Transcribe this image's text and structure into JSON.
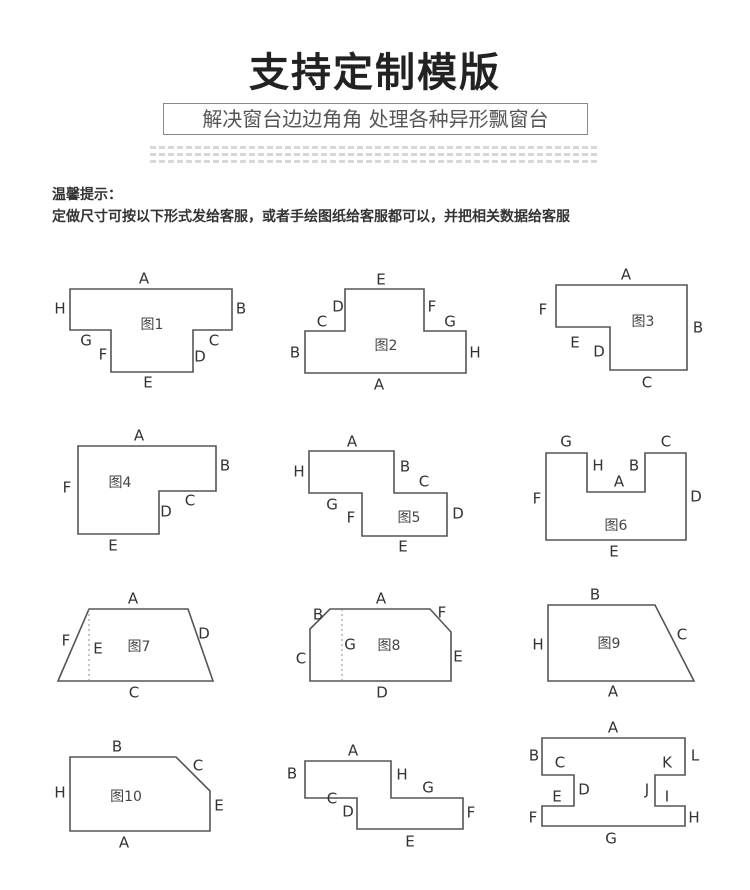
{
  "header": {
    "title": "支持定制模版",
    "subtitle": "解决窗台边边角角 处理各种异形飘窗台"
  },
  "tips": {
    "label": "温馨提示：",
    "body": "定做尺寸可按以下形式发给客服，或者手绘图纸给客服都可以，并把相关数据给客服"
  },
  "figures": [
    {
      "name": "图1",
      "edge_labels": [
        "A",
        "B",
        "C",
        "D",
        "E",
        "F",
        "G",
        "H"
      ]
    },
    {
      "name": "图2",
      "edge_labels": [
        "A",
        "B",
        "C",
        "D",
        "E",
        "F",
        "G",
        "H"
      ]
    },
    {
      "name": "图3",
      "edge_labels": [
        "A",
        "B",
        "C",
        "D",
        "E",
        "F"
      ]
    },
    {
      "name": "图4",
      "edge_labels": [
        "A",
        "B",
        "C",
        "D",
        "E",
        "F"
      ]
    },
    {
      "name": "图5",
      "edge_labels": [
        "A",
        "B",
        "C",
        "D",
        "E",
        "F",
        "G",
        "H"
      ]
    },
    {
      "name": "图6",
      "edge_labels": [
        "A",
        "B",
        "C",
        "D",
        "E",
        "F",
        "G",
        "H"
      ]
    },
    {
      "name": "图7",
      "edge_labels": [
        "A",
        "C",
        "D",
        "E",
        "F"
      ]
    },
    {
      "name": "图8",
      "edge_labels": [
        "A",
        "B",
        "C",
        "D",
        "E",
        "F",
        "G"
      ]
    },
    {
      "name": "图9",
      "edge_labels": [
        "A",
        "B",
        "C",
        "H"
      ]
    },
    {
      "name": "图10",
      "edge_labels": [
        "A",
        "B",
        "C",
        "E",
        "H"
      ]
    },
    {
      "name": "",
      "edge_labels": [
        "A",
        "B",
        "C",
        "D",
        "E",
        "F",
        "G",
        "H"
      ]
    },
    {
      "name": "",
      "edge_labels": [
        "A",
        "B",
        "C",
        "D",
        "E",
        "F",
        "G",
        "H",
        "I",
        "J",
        "K",
        "L"
      ]
    }
  ]
}
